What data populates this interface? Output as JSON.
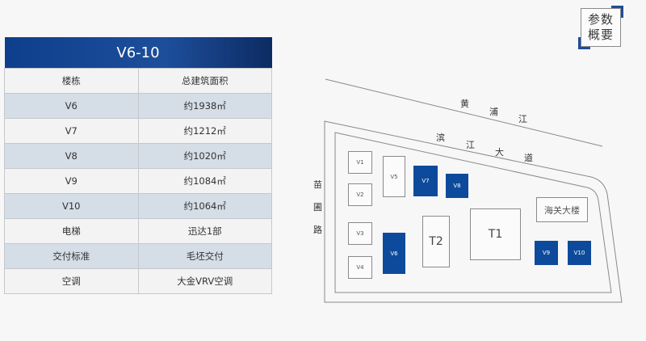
{
  "badge": {
    "line1": "参数",
    "line2": "概要"
  },
  "table": {
    "title": "V6-10",
    "rows": [
      {
        "key": "楼栋",
        "value": "总建筑面积"
      },
      {
        "key": "V6",
        "value": "约1938㎡"
      },
      {
        "key": "V7",
        "value": "约1212㎡"
      },
      {
        "key": "V8",
        "value": "约1020㎡"
      },
      {
        "key": "V9",
        "value": "约1084㎡"
      },
      {
        "key": "V10",
        "value": "约1064㎡"
      },
      {
        "key": "电梯",
        "value": "迅达1部"
      },
      {
        "key": "交付标准",
        "value": "毛坯交付"
      },
      {
        "key": "空调",
        "value": "大金VRV空调"
      }
    ]
  },
  "map": {
    "river": [
      "黄",
      "浦",
      "江"
    ],
    "avenue": [
      "滨",
      "江",
      "大",
      "道"
    ],
    "road": [
      "苗",
      "圃",
      "路"
    ],
    "buildings": {
      "v1": "V1",
      "v2": "V2",
      "v3": "V3",
      "v4": "V4",
      "v5": "V5",
      "v6": "V6",
      "v7": "V7",
      "v8": "V8",
      "v9": "V9",
      "v10": "V10",
      "t1": "T1",
      "t2": "T2",
      "customs": "海关大楼"
    },
    "highlight_color": "#0e4a9b"
  }
}
